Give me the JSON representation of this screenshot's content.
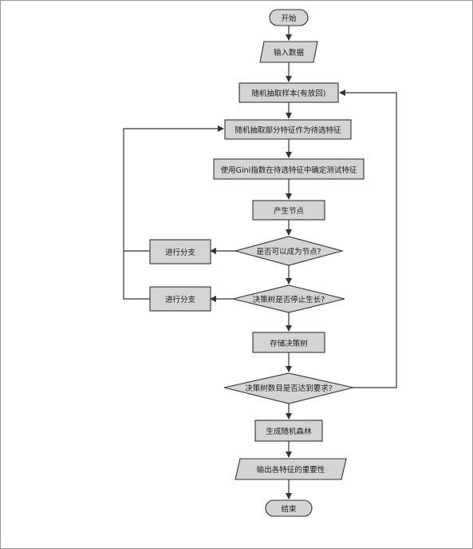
{
  "diagram": {
    "nodes": {
      "start": "开始",
      "input": "输入数据",
      "sample": "随机抽取样本(有放回)",
      "features": "随机抽取部分特征作为待选特征",
      "gini": "使用Gini指数在待选特征中确定测试特征",
      "node": "产生节点",
      "cond_node": "是否可以成为节点?",
      "cond_stop": "决策树是否停止生长?",
      "branch1": "进行分支",
      "branch2": "进行分支",
      "store": "存储决策树",
      "cond_count": "决策树数目是否达到要求?",
      "forest": "生成随机森林",
      "output": "输出各特征的重要性",
      "end": "结束"
    },
    "colors": {
      "fill": "#d4d4d4",
      "stroke": "#333333",
      "frame": "#9a9a9a"
    }
  }
}
